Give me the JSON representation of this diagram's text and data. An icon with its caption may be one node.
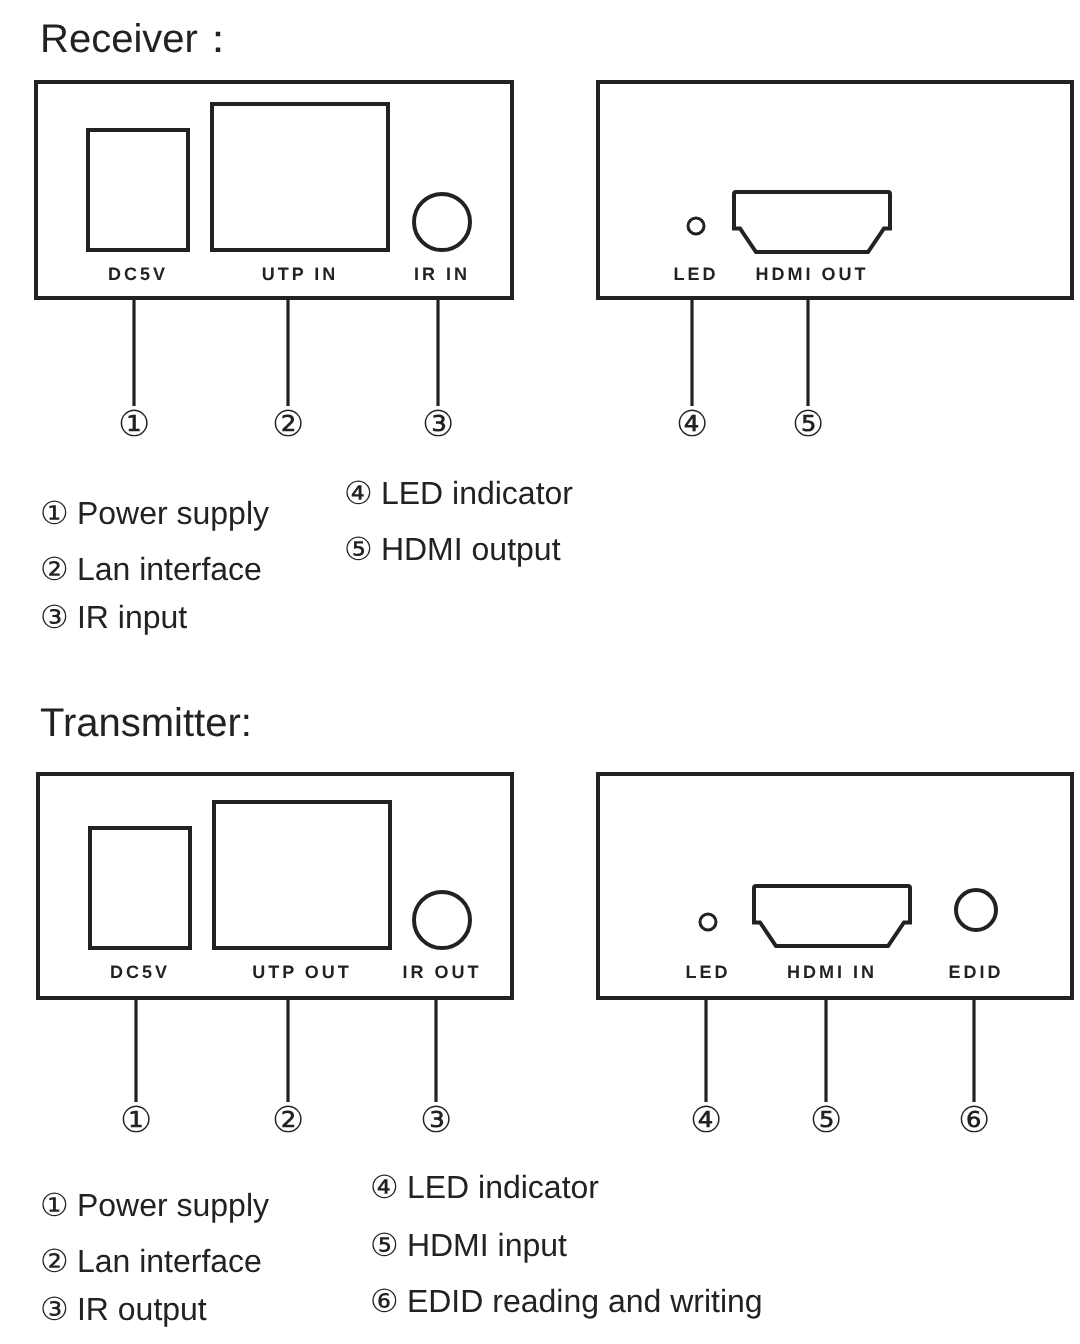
{
  "diagram": {
    "nodes": [
      {
        "text": [],
        "shape": "box"
      },
      {
        "text": [
          "DC5V"
        ],
        "in": 0
      },
      {
        "text": [
          "UTP IN"
        ],
        "in": 0
      },
      {
        "text": [
          "IR IN"
        ],
        "in": 0
      },
      {
        "text": [],
        "shape": "box"
      },
      {
        "text": [
          "LED"
        ],
        "in": 4
      },
      {
        "text": [
          "HDMI OUT"
        ],
        "in": 4
      },
      {
        "text": [
          "①"
        ]
      },
      {
        "text": [
          "②"
        ]
      },
      {
        "text": [
          "③"
        ]
      },
      {
        "text": [
          "④"
        ]
      },
      {
        "text": [
          "⑤"
        ]
      },
      {
        "text": [],
        "shape": "box"
      },
      {
        "text": [
          "DC5V"
        ],
        "in": 12
      },
      {
        "text": [
          "UTP OUT"
        ],
        "in": 12
      },
      {
        "text": [
          "IR OUT"
        ],
        "in": 12
      },
      {
        "text": [],
        "shape": "box"
      },
      {
        "text": [
          "LED"
        ],
        "in": 16
      },
      {
        "text": [
          "HDMI IN"
        ],
        "in": 16
      },
      {
        "text": [
          "EDID"
        ],
        "in": 16
      },
      {
        "text": [
          "①"
        ]
      },
      {
        "text": [
          "②"
        ]
      },
      {
        "text": [
          "③"
        ]
      },
      {
        "text": [
          "④"
        ]
      },
      {
        "text": [
          "⑤"
        ]
      },
      {
        "text": [
          "⑥"
        ]
      }
    ],
    "edges": [
      {
        "from": 7,
        "to": 1,
        "arrow": "none"
      },
      {
        "from": 8,
        "to": 2,
        "arrow": "none"
      },
      {
        "from": 9,
        "to": 3,
        "arrow": "none"
      },
      {
        "from": 10,
        "to": 5,
        "arrow": "none"
      },
      {
        "from": 11,
        "to": 6,
        "arrow": "none"
      },
      {
        "from": 20,
        "to": 13,
        "arrow": "none"
      },
      {
        "from": 21,
        "to": 14,
        "arrow": "none"
      },
      {
        "from": 22,
        "to": 15,
        "arrow": "none"
      },
      {
        "from": 23,
        "to": 17,
        "arrow": "none"
      },
      {
        "from": 24,
        "to": 18,
        "arrow": "none"
      },
      {
        "from": 25,
        "to": 19,
        "arrow": "none"
      }
    ],
    "labels": [
      "Receiver：",
      "① Power supply",
      "④ LED indicator",
      "② Lan interface",
      "⑤ HDMI output",
      "③ IR input",
      "Transmitter:",
      "① Power supply",
      "④ LED indicator",
      "② Lan interface",
      "⑤ HDMI input",
      "③ IR output",
      "⑥ EDID reading and writing"
    ]
  }
}
